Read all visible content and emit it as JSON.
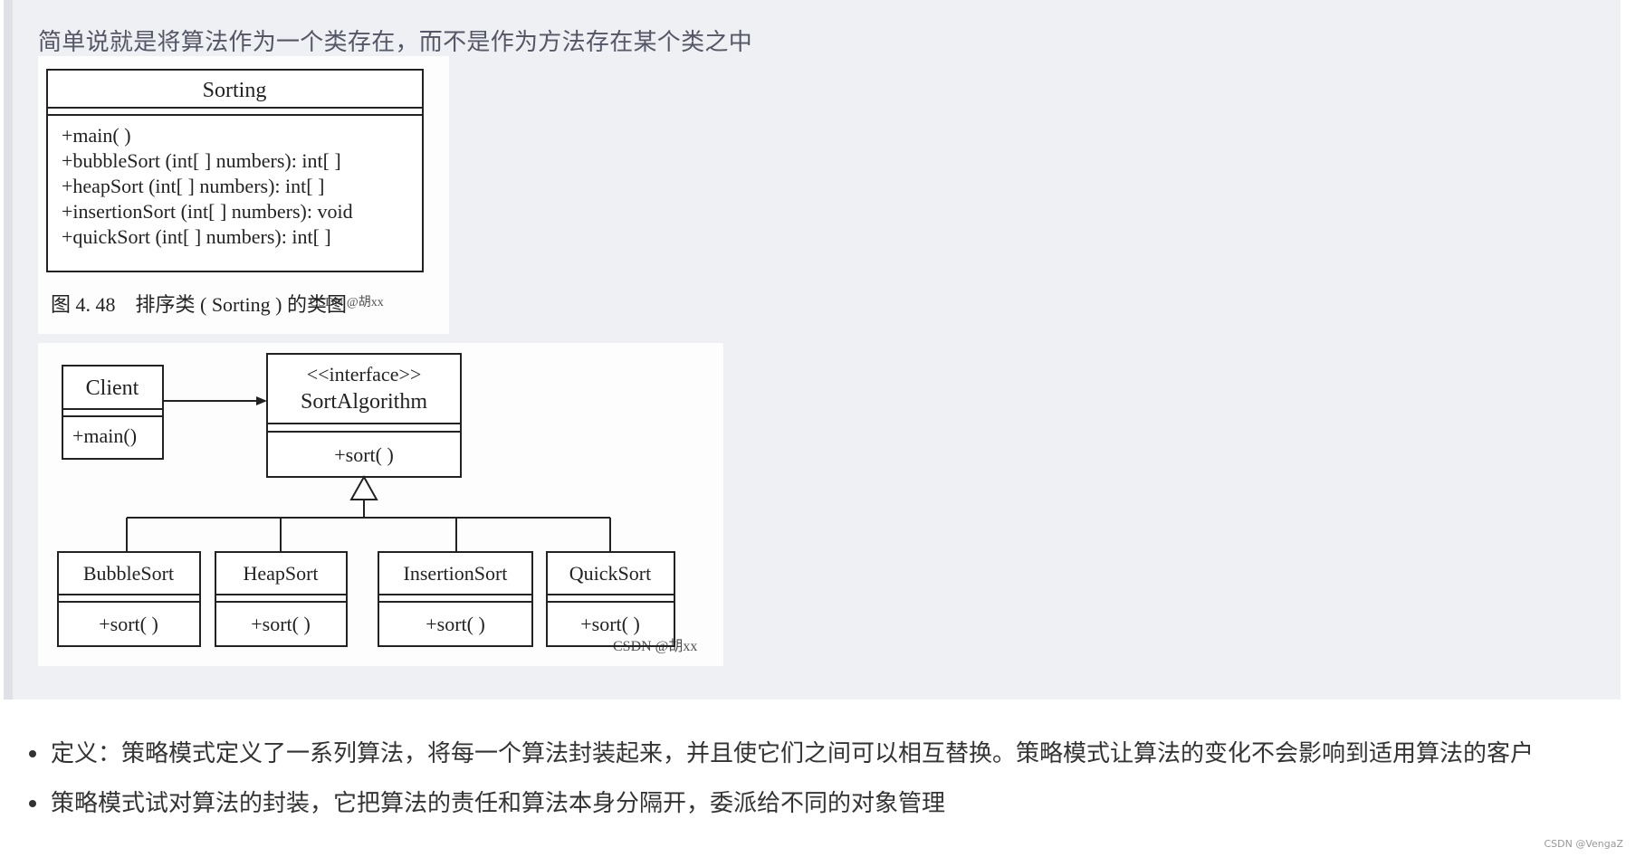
{
  "intro": "简单说就是将算法作为一个类存在，而不是作为方法存在某个类之中",
  "fig1": {
    "class_name": "Sorting",
    "methods": [
      "+main( )",
      "+bubbleSort (int[ ] numbers): int[ ]",
      "+heapSort (int[ ] numbers): int[ ]",
      "+insertionSort (int[ ] numbers): void",
      "+quickSort (int[ ] numbers): int[ ]"
    ],
    "caption": "图 4. 48　排序类 ( Sorting ) 的类图",
    "watermark": "CSDN @胡xx"
  },
  "fig2": {
    "client": {
      "name": "Client",
      "method": "+main()"
    },
    "interface": {
      "stereotype": "<<interface>>",
      "name": "SortAlgorithm",
      "method": "+sort( )"
    },
    "impls": [
      {
        "name": "BubbleSort",
        "method": "+sort( )"
      },
      {
        "name": "HeapSort",
        "method": "+sort( )"
      },
      {
        "name": "InsertionSort",
        "method": "+sort( )"
      },
      {
        "name": "QuickSort",
        "method": "+sort( )"
      }
    ],
    "watermark": "CSDN @胡xx"
  },
  "bullets": [
    "定义：策略模式定义了一系列算法，将每一个算法封装起来，并且使它们之间可以相互替换。策略模式让算法的变化不会影响到适用算法的客户",
    "策略模式试对算法的封装，它把算法的责任和算法本身分隔开，委派给不同的对象管理"
  ],
  "footer": "CSDN @VengaZ"
}
